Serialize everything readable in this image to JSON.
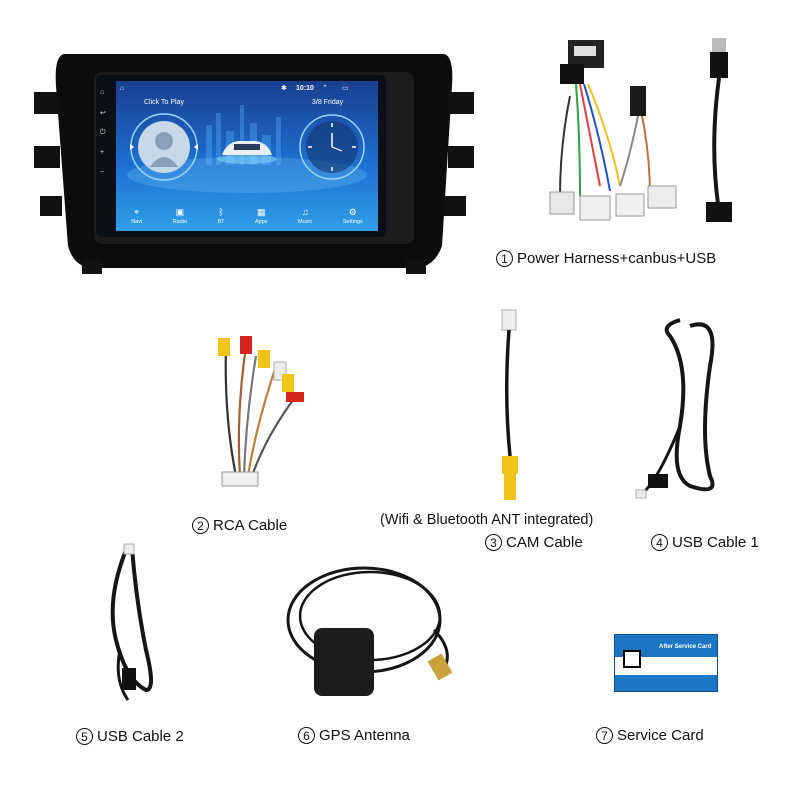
{
  "labels": {
    "item1": {
      "num": "1",
      "text": "Power Harness+canbus+USB"
    },
    "item2": {
      "num": "2",
      "text": "RCA Cable"
    },
    "item3_note": "(Wifi & Bluetooth ANT integrated)",
    "item3": {
      "num": "3",
      "text": "CAM Cable"
    },
    "item4": {
      "num": "4",
      "text": "USB Cable 1"
    },
    "item5": {
      "num": "5",
      "text": "USB Cable 2"
    },
    "item6": {
      "num": "6",
      "text": "GPS Antenna"
    },
    "item7": {
      "num": "7",
      "text": "Service Card"
    }
  },
  "screen": {
    "time": "10:10",
    "music_prompt": "Click To Play",
    "date": "3/8 Friday",
    "dock": [
      {
        "label": "Navi",
        "icon": "navigation-icon"
      },
      {
        "label": "Radio",
        "icon": "radio-icon"
      },
      {
        "label": "BT",
        "icon": "bluetooth-icon"
      },
      {
        "label": "Apps",
        "icon": "apps-icon"
      },
      {
        "label": "Music",
        "icon": "music-icon"
      },
      {
        "label": "Settings",
        "icon": "settings-icon"
      }
    ]
  },
  "service_card": {
    "title": "After Service Card"
  },
  "colors": {
    "screen_blue": "#1d6fd1",
    "rca_yellow": "#f2c318",
    "rca_red": "#d8241f",
    "cable_black": "#151515"
  }
}
